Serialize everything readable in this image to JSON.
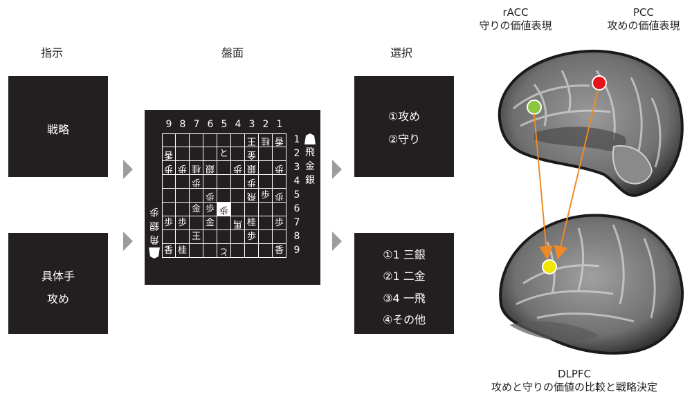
{
  "columns": {
    "instruction": "指示",
    "board": "盤面",
    "choice": "選択"
  },
  "instruction_boxes": [
    {
      "lines": [
        "戦略"
      ]
    },
    {
      "lines": [
        "具体手",
        "攻め"
      ]
    }
  ],
  "choice_boxes": [
    {
      "lines": [
        "①攻め",
        "②守り"
      ]
    },
    {
      "lines": [
        "①1 三銀",
        "②1 二金",
        "③4 一飛",
        "④その他"
      ]
    }
  ],
  "board": {
    "file_labels": [
      "9",
      "8",
      "7",
      "6",
      "5",
      "4",
      "3",
      "2",
      "1"
    ],
    "rank_labels": [
      "1",
      "2",
      "3",
      "4",
      "5",
      "6",
      "7",
      "8",
      "9"
    ],
    "pieces": [
      {
        "r": 1,
        "c": 7,
        "t": "王",
        "rot": true
      },
      {
        "r": 1,
        "c": 8,
        "t": "桂",
        "rot": true
      },
      {
        "r": 1,
        "c": 9,
        "t": "香",
        "rot": true
      },
      {
        "r": 2,
        "c": 1,
        "t": "香",
        "rot": true
      },
      {
        "r": 2,
        "c": 5,
        "t": "と",
        "rot": false
      },
      {
        "r": 2,
        "c": 7,
        "t": "金",
        "rot": true
      },
      {
        "r": 3,
        "c": 1,
        "t": "歩",
        "rot": true
      },
      {
        "r": 3,
        "c": 2,
        "t": "歩",
        "rot": true
      },
      {
        "r": 3,
        "c": 3,
        "t": "桂",
        "rot": true
      },
      {
        "r": 3,
        "c": 4,
        "t": "銀",
        "rot": true
      },
      {
        "r": 3,
        "c": 6,
        "t": "歩",
        "rot": true
      },
      {
        "r": 3,
        "c": 7,
        "t": "銀",
        "rot": true
      },
      {
        "r": 3,
        "c": 9,
        "t": "歩",
        "rot": true
      },
      {
        "r": 4,
        "c": 3,
        "t": "歩",
        "rot": true
      },
      {
        "r": 4,
        "c": 7,
        "t": "歩",
        "rot": true
      },
      {
        "r": 5,
        "c": 4,
        "t": "歩",
        "rot": true
      },
      {
        "r": 5,
        "c": 7,
        "t": "飛",
        "rot": true
      },
      {
        "r": 5,
        "c": 8,
        "t": "歩",
        "rot": false
      },
      {
        "r": 5,
        "c": 9,
        "t": "歩",
        "rot": true
      },
      {
        "r": 6,
        "c": 3,
        "t": "金",
        "rot": false
      },
      {
        "r": 6,
        "c": 4,
        "t": "歩",
        "rot": false
      },
      {
        "r": 6,
        "c": 5,
        "t": "歩",
        "rot": true,
        "hl": true
      },
      {
        "r": 7,
        "c": 1,
        "t": "歩",
        "rot": false
      },
      {
        "r": 7,
        "c": 2,
        "t": "歩",
        "rot": false
      },
      {
        "r": 7,
        "c": 4,
        "t": "金",
        "rot": false
      },
      {
        "r": 7,
        "c": 6,
        "t": "馬",
        "rot": true
      },
      {
        "r": 7,
        "c": 7,
        "t": "桂",
        "rot": false
      },
      {
        "r": 7,
        "c": 9,
        "t": "歩",
        "rot": false
      },
      {
        "r": 8,
        "c": 3,
        "t": "王",
        "rot": false
      },
      {
        "r": 8,
        "c": 7,
        "t": "歩",
        "rot": false
      },
      {
        "r": 9,
        "c": 1,
        "t": "香",
        "rot": false
      },
      {
        "r": 9,
        "c": 2,
        "t": "桂",
        "rot": false
      },
      {
        "r": 9,
        "c": 5,
        "t": "と",
        "rot": true
      },
      {
        "r": 9,
        "c": 9,
        "t": "香",
        "rot": false
      }
    ],
    "hand_black": [
      "飛",
      "金",
      "銀"
    ],
    "hand_white": [
      "歩",
      "銀",
      "角"
    ]
  },
  "regions": {
    "racc": {
      "name": "rACC",
      "desc": "守りの価値表現",
      "color": "#8cc63f"
    },
    "pcc": {
      "name": "PCC",
      "desc": "攻めの価値表現",
      "color": "#e5131a"
    },
    "dlpfc": {
      "name": "DLPFC",
      "desc": "攻めと守りの価値の比較と戦略決定",
      "color": "#f2e500"
    }
  },
  "arrow_color": "#f08a24"
}
